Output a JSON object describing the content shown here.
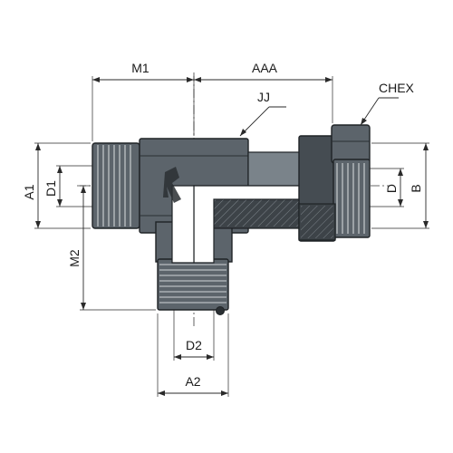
{
  "labels": {
    "m1": "M1",
    "aaa": "AAA",
    "jj": "JJ",
    "chex": "CHEX",
    "a1": "A1",
    "d1": "D1",
    "m2": "M2",
    "d": "D",
    "b": "B",
    "d2": "D2",
    "a2": "A2"
  },
  "colors": {
    "steel": "#5c646b",
    "steel_dark": "#454c52",
    "thread": "#d0d4d7"
  }
}
